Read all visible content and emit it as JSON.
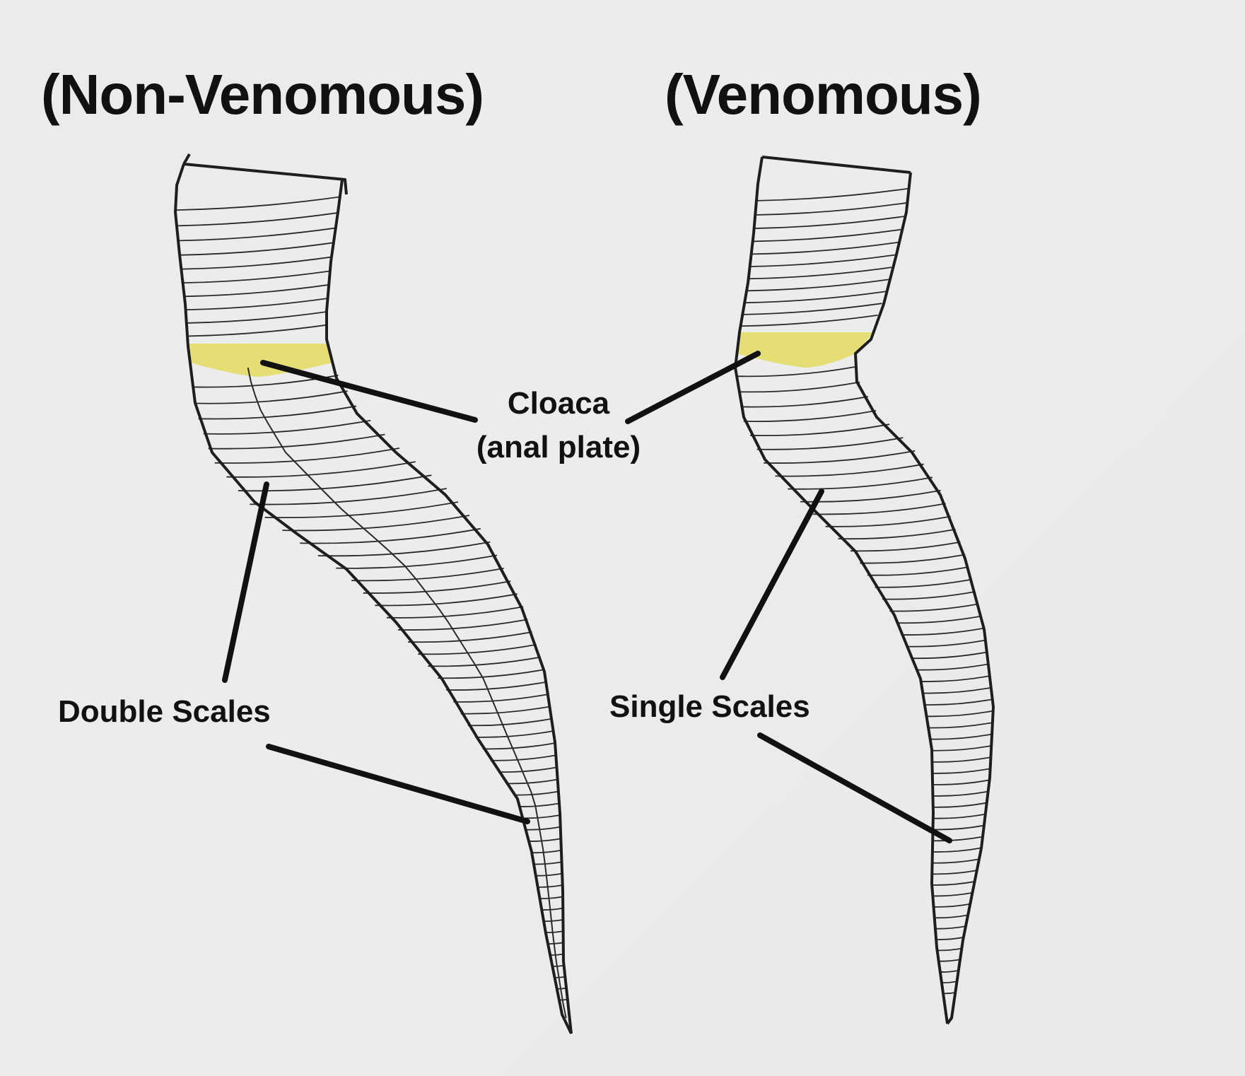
{
  "titles": {
    "left": "(Non-Venomous)",
    "right": "(Venomous)"
  },
  "callouts": {
    "cloaca_line1": "Cloaca",
    "cloaca_line2": "(anal plate)",
    "double_scales": "Double Scales",
    "single_scales": "Single Scales"
  },
  "colors": {
    "background": "#ebebe9",
    "ink": "#111111",
    "anal_plate": "#e3dc60",
    "scale_line": "#2a2a2a"
  }
}
